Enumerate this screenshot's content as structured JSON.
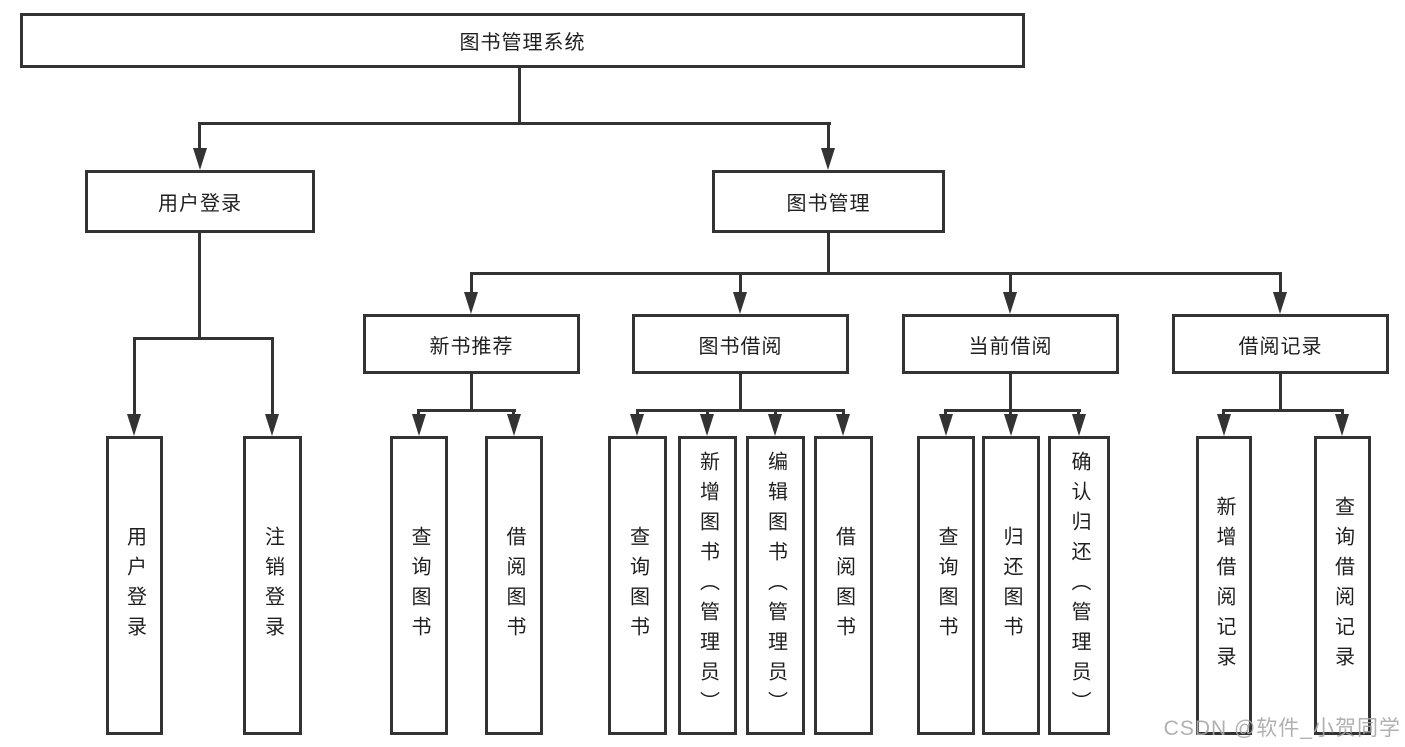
{
  "nodes": {
    "root": {
      "label": "图书管理系统"
    },
    "level2": [
      {
        "label": "用户登录"
      },
      {
        "label": "图书管理"
      }
    ],
    "level3": [
      {
        "label": "新书推荐"
      },
      {
        "label": "图书借阅"
      },
      {
        "label": "当前借阅"
      },
      {
        "label": "借阅记录"
      }
    ],
    "user_login_children": [
      {
        "label": "用户登录"
      },
      {
        "label": "注销登录"
      }
    ],
    "new_book_children": [
      {
        "label": "查询图书"
      },
      {
        "label": "借阅图书"
      }
    ],
    "book_borrow_children": [
      {
        "label": "查询图书"
      },
      {
        "label": "新增图书（管理员）"
      },
      {
        "label": "编辑图书（管理员）"
      },
      {
        "label": "借阅图书"
      }
    ],
    "current_borrow_children": [
      {
        "label": "查询图书"
      },
      {
        "label": "归还图书"
      },
      {
        "label": "确认归还（管理员）"
      }
    ],
    "borrow_record_children": [
      {
        "label": "新增借阅记录"
      },
      {
        "label": "查询借阅记录"
      }
    ]
  },
  "watermark": {
    "text": "CSDN @软件_小贺同学"
  },
  "colors": {
    "line": "#333333",
    "text": "#1f1f1f",
    "background": "#ffffff",
    "watermark": "#a8a8a8"
  }
}
